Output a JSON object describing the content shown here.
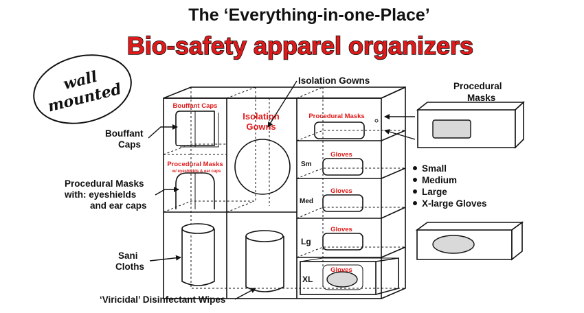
{
  "title_line1": "The ‘Everything-in-one-Place’",
  "title_line2": "Bio-safety apparel organizers",
  "stamp": {
    "line1": "wall",
    "line2": "mounted"
  },
  "callouts": {
    "isolation_gowns": "Isolation Gowns",
    "procedural_masks_1": "Procedural",
    "procedural_masks_2": "Masks",
    "bouffant_1": "Bouffant",
    "bouffant_2": "Caps",
    "proc_eye_1": "Procedural Masks",
    "proc_eye_2": "with:  eyeshields",
    "proc_eye_3": "and ear caps",
    "sani_1": "Sani",
    "sani_2": "Cloths",
    "viricidal": "‘Viricidal’ Disinfectant Wipes"
  },
  "sizes_list": [
    "Small",
    "Medium",
    "Large",
    "X-large Gloves"
  ],
  "compartment_labels": {
    "bouffant_caps": "Bouffant Caps",
    "isolation_1": "Isolation",
    "isolation_2": "Gowns",
    "procedural_masks": "Procedural Masks",
    "proc_masks_w": "Procedural Masks",
    "proc_masks_w_small": "w/ eyeshields & ear caps",
    "gloves": "Gloves"
  },
  "glove_sizes": [
    "Sm",
    "Med",
    "Lg",
    "XL"
  ],
  "colors": {
    "accent_red": "#e01a1a",
    "ink": "#111111",
    "dispenser_gray": "#d9d9d9"
  }
}
